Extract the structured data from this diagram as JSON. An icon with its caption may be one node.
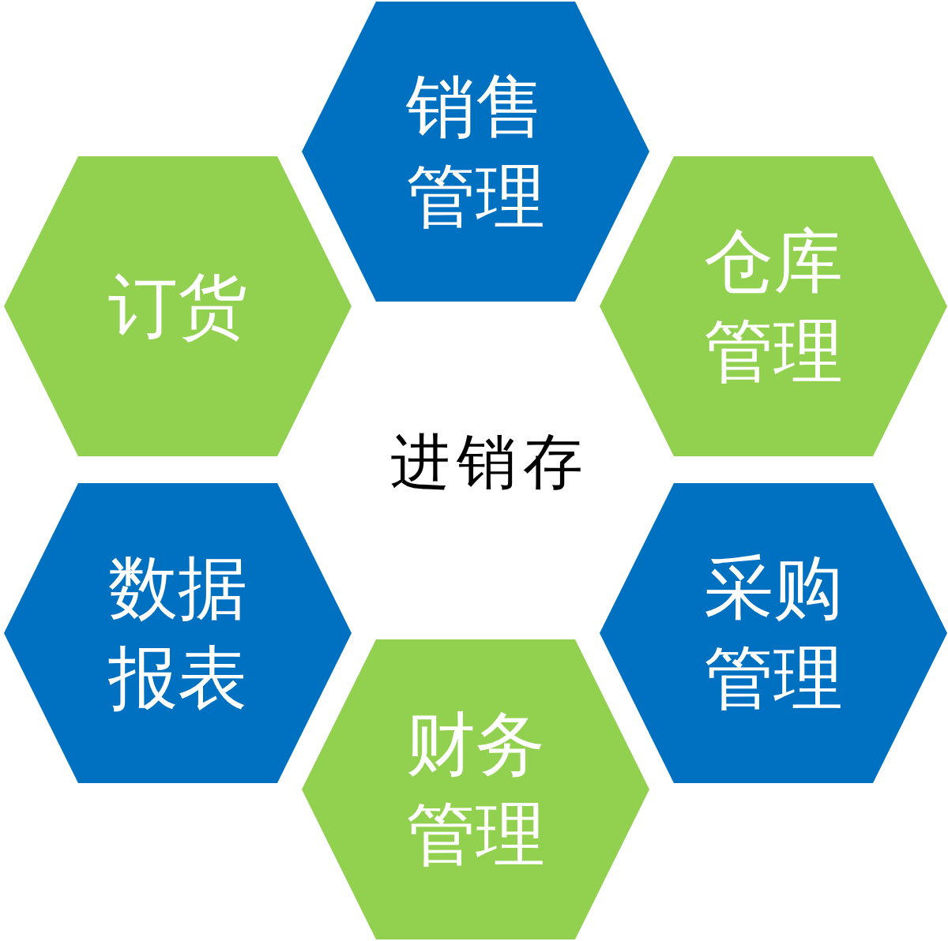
{
  "diagram": {
    "nodes": [
      {
        "text": [
          "销售管理"
        ]
      },
      {
        "text": [
          "订货"
        ]
      },
      {
        "text": [
          "仓库管理"
        ]
      },
      {
        "text": [
          "数据报表"
        ]
      },
      {
        "text": [
          "采购管理"
        ]
      },
      {
        "text": [
          "财务管理"
        ]
      }
    ],
    "labels": [
      "进销存"
    ]
  }
}
